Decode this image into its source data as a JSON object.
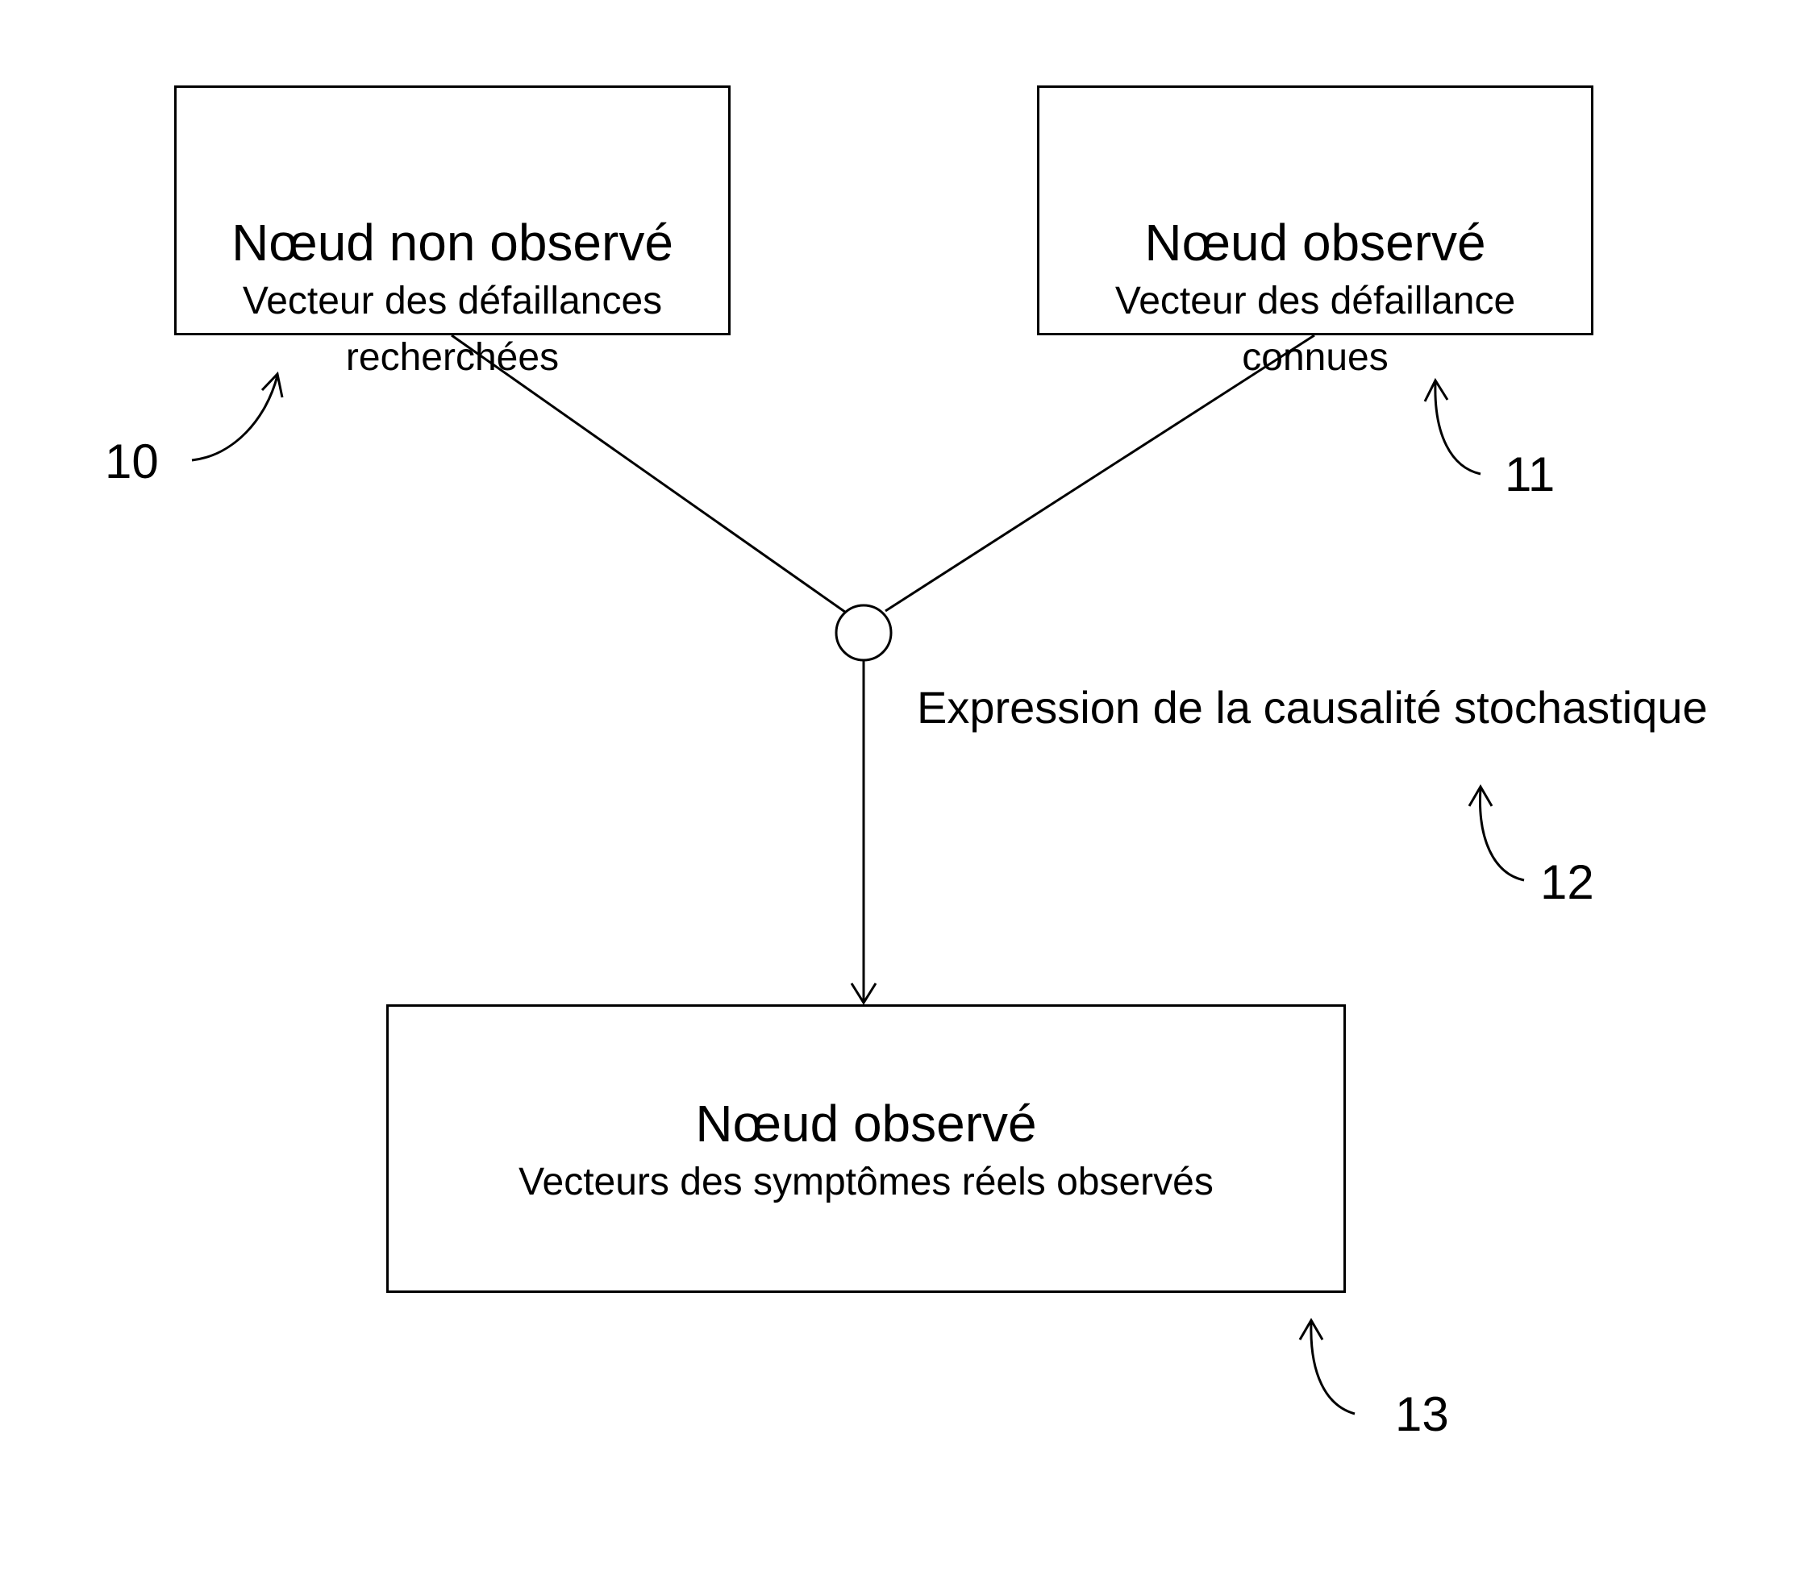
{
  "nodes": {
    "unobserved": {
      "title": "Nœud non observé",
      "line1": "Vecteur des défaillances",
      "line2": "recherchées",
      "ref": "10"
    },
    "observed_known": {
      "title": "Nœud observé",
      "line1": "Vecteur des défaillance",
      "line2": "connues",
      "ref": "11"
    },
    "observed_symptoms": {
      "title": "Nœud observé",
      "line1": "Vecteurs des symptômes réels observés",
      "ref": "13"
    }
  },
  "junction": {
    "label": "Expression de la causalité stochastique",
    "ref": "12"
  }
}
